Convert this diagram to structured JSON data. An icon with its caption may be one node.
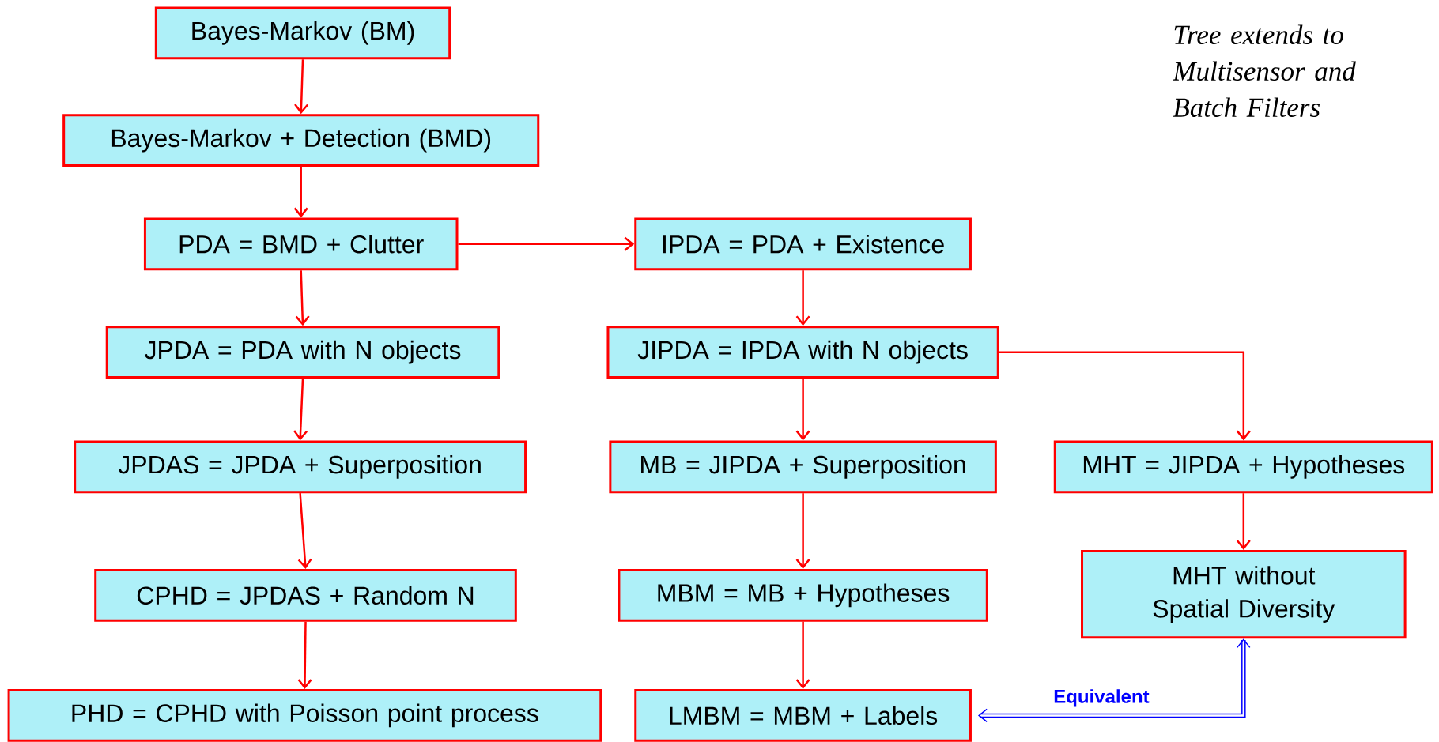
{
  "diagram": {
    "nodes": [
      {
        "text": [
          "Bayes-Markov (BM)"
        ]
      },
      {
        "text": [
          "Bayes-Markov + Detection (BMD)"
        ]
      },
      {
        "text": [
          "PDA = BMD + Clutter"
        ]
      },
      {
        "text": [
          "IPDA = PDA + Existence"
        ]
      },
      {
        "text": [
          "JPDA = PDA with N objects"
        ]
      },
      {
        "text": [
          "JIPDA = IPDA with N objects"
        ]
      },
      {
        "text": [
          "JPDAS = JPDA + Superposition"
        ]
      },
      {
        "text": [
          "MB = JIPDA + Superposition"
        ]
      },
      {
        "text": [
          "MHT = JIPDA + Hypotheses"
        ]
      },
      {
        "text": [
          "CPHD = JPDAS + Random N"
        ]
      },
      {
        "text": [
          "MBM  =  MB + Hypotheses"
        ]
      },
      {
        "text": [
          "MHT without Spatial Diversity"
        ]
      },
      {
        "text": [
          "PHD = CPHD with Poisson point process"
        ]
      },
      {
        "text": [
          "LMBM = MBM + Labels"
        ]
      }
    ],
    "edges": [
      {
        "from": 0,
        "to": 1,
        "arrow": "to"
      },
      {
        "from": 1,
        "to": 2,
        "arrow": "to"
      },
      {
        "from": 2,
        "to": 3,
        "arrow": "to"
      },
      {
        "from": 2,
        "to": 4,
        "arrow": "to"
      },
      {
        "from": 3,
        "to": 5,
        "arrow": "to"
      },
      {
        "from": 4,
        "to": 6,
        "arrow": "to"
      },
      {
        "from": 5,
        "to": 7,
        "arrow": "to"
      },
      {
        "from": 5,
        "to": 8,
        "arrow": "to"
      },
      {
        "from": 6,
        "to": 9,
        "arrow": "to"
      },
      {
        "from": 7,
        "to": 10,
        "arrow": "to"
      },
      {
        "from": 8,
        "to": 11,
        "arrow": "to"
      },
      {
        "from": 9,
        "to": 12,
        "arrow": "to"
      },
      {
        "from": 10,
        "to": 13,
        "arrow": "to"
      },
      {
        "from": 13,
        "to": 11,
        "arrow": "both",
        "label": "Equivalent",
        "style": "thick",
        "color": "#0000ff"
      }
    ],
    "labels": [
      "Tree extends to Multisensor and Batch Filters"
    ]
  }
}
